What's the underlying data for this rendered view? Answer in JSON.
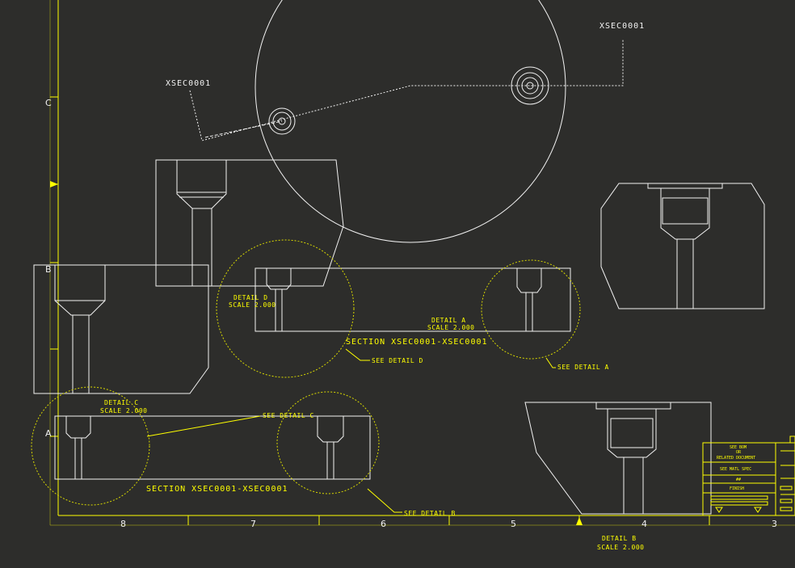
{
  "labels": {
    "xsec_top_right": "XSEC0001",
    "xsec_top_left": "XSEC0001",
    "detail_d": "DETAIL D",
    "detail_d_scale": "SCALE 2.000",
    "detail_a": "DETAIL A",
    "detail_a_scale": "SCALE 2.000",
    "detail_c": "DETAIL C",
    "detail_c_scale": "SCALE 2.000",
    "detail_b": "DETAIL B",
    "detail_b_scale": "SCALE 2.000",
    "section_top": "SECTION XSEC0001-XSEC0001",
    "section_bottom": "SECTION XSEC0001-XSEC0001",
    "see_detail_d": "SEE DETAIL D",
    "see_detail_a": "SEE DETAIL A",
    "see_detail_c": "SEE DETAIL C",
    "see_detail_b": "SEE DETAIL B"
  },
  "zones": {
    "rows": [
      "C",
      "B",
      "A"
    ],
    "cols": [
      "8",
      "7",
      "6",
      "5",
      "4",
      "3"
    ]
  },
  "title_block": {
    "line1": "SEE BOM",
    "line2": "OR",
    "line3": "RELATED DOCUMENT",
    "matl": "SEE MATL SPEC",
    "num": "##",
    "finish": "FINISH"
  },
  "colors": {
    "background": "#2d2d2b",
    "geometry": "#f2f2f2",
    "annotation": "#ffff00"
  }
}
